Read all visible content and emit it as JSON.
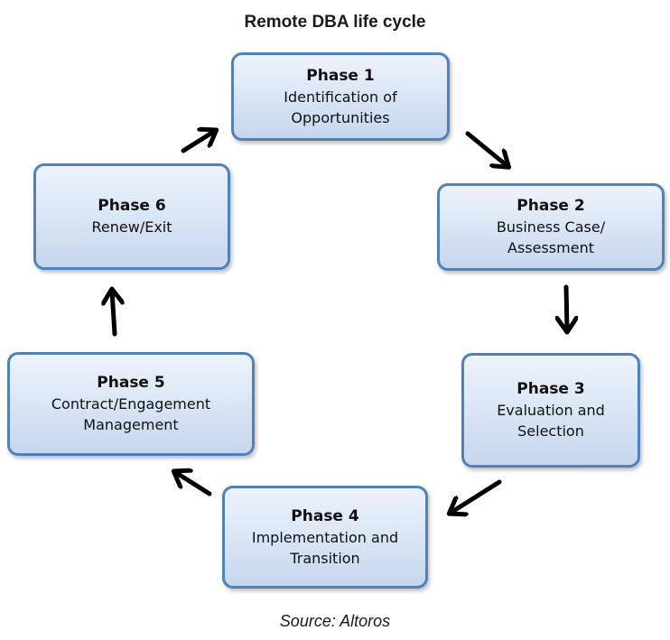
{
  "title": "Remote DBA life cycle",
  "source": "Source: Altoros",
  "phases": [
    {
      "label": "Phase 1",
      "text": [
        "Identification of",
        "Opportunities"
      ]
    },
    {
      "label": "Phase 2",
      "text": [
        "Business Case/",
        "Assessment"
      ]
    },
    {
      "label": "Phase 3",
      "text": [
        "Evaluation and",
        "Selection"
      ]
    },
    {
      "label": "Phase 4",
      "text": [
        "Implementation and",
        "Transition"
      ]
    },
    {
      "label": "Phase 5",
      "text": [
        "Contract/Engagement",
        "Management"
      ]
    },
    {
      "label": "Phase 6",
      "text": [
        "Renew/Exit"
      ]
    }
  ],
  "colors": {
    "box_border": "#4f81bd",
    "box_fill_top": "#eef3fb",
    "box_fill_bottom": "#c6d6ee",
    "arrow": "#000000"
  },
  "icons": {
    "connector": "arrow-icon"
  }
}
